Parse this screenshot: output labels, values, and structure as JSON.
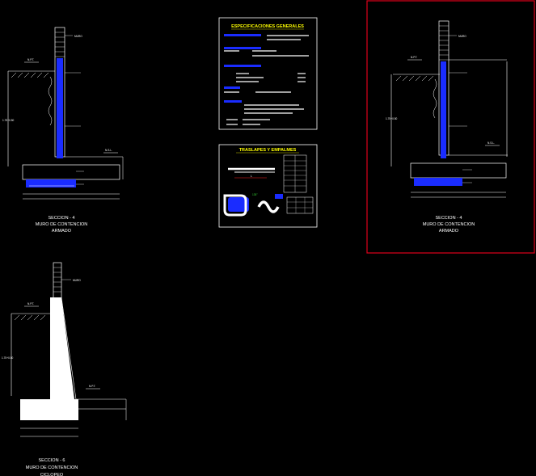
{
  "colors": {
    "background": "#000000",
    "rebar": "#1a2cff",
    "lines": "#ffffff",
    "selection_frame": "#e0001b",
    "panel_title": "#ffff00",
    "lap_arrow": "#ff2020",
    "hook_note": "#33cc33"
  },
  "sections": {
    "s1": {
      "title": "SECCION - 4",
      "subtitle": "MURO DE CONTENCION",
      "kind": "ARMADO",
      "wall_label": "MURO",
      "npt": "N.P.T.",
      "nsl": "N.S.L."
    },
    "s2": {
      "title": "SECCION - 4",
      "subtitle": "MURO DE CONTENCION",
      "kind": "ARMADO",
      "wall_label": "MURO",
      "npt": "N.P.T.",
      "nsl": "N.S.L."
    },
    "s3": {
      "title": "SECCION - 6",
      "subtitle": "MURO DE CONTENCION",
      "kind": "CICLOPEO",
      "wall_label": "MURO",
      "npt": "N.P.T.",
      "npt2": "N.P.T."
    }
  },
  "spec_panel": {
    "title": "ESPECIFICACIONES GENERALES"
  },
  "lap_panel": {
    "title": "TRASLAPES Y EMPALMES"
  }
}
